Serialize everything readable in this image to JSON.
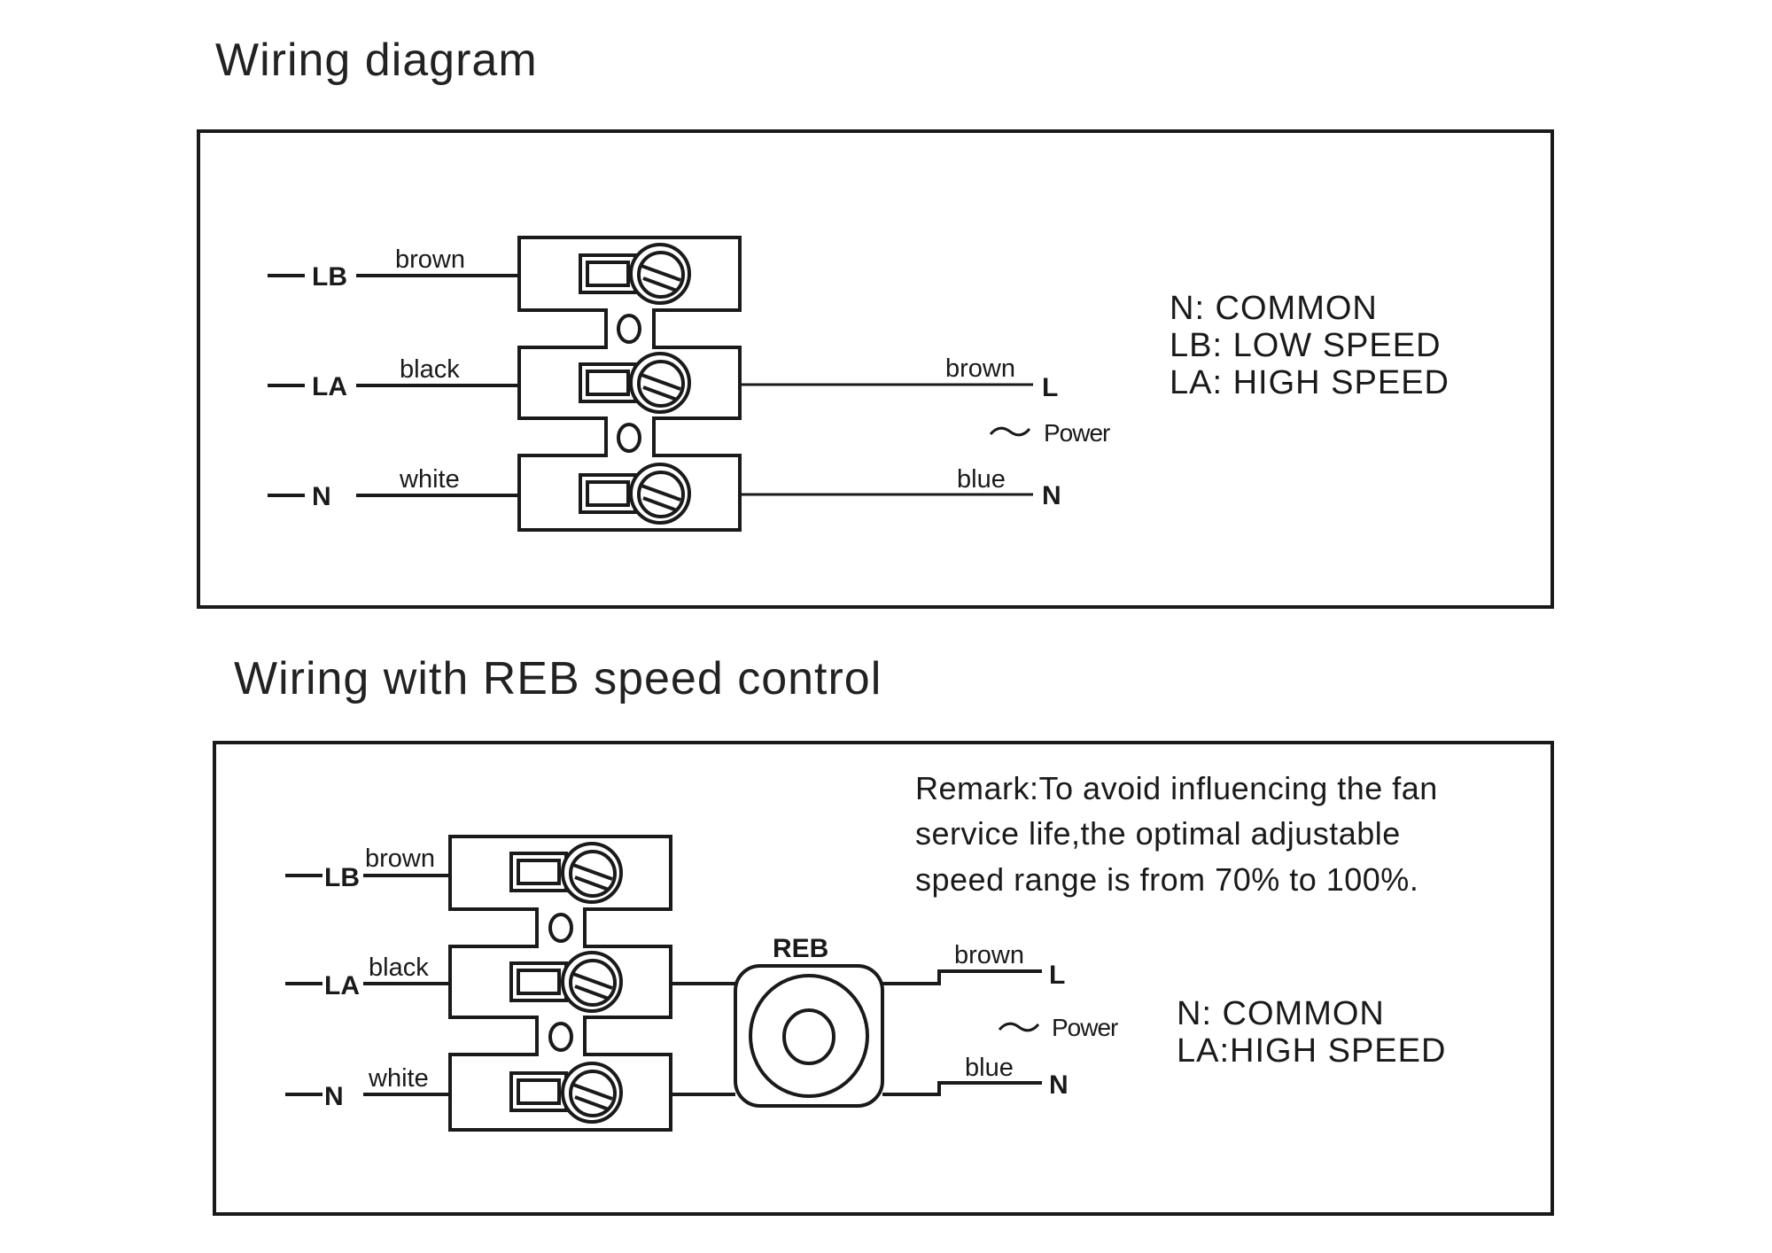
{
  "titles": {
    "top": "Wiring  diagram",
    "bottom": "Wiring  with REB speed control"
  },
  "top_diagram": {
    "terminals": [
      {
        "label": "LB",
        "wire": "brown"
      },
      {
        "label": "LA",
        "wire": "black"
      },
      {
        "label": "N",
        "wire": "white"
      }
    ],
    "outputs": [
      {
        "wire": "brown",
        "label": "L"
      },
      {
        "wire": "blue",
        "label": "N"
      }
    ],
    "power_label": "Power",
    "power_symbol": "~",
    "legend": [
      "N:  COMMON",
      "LB: LOW SPEED",
      "LA: HIGH SPEED"
    ]
  },
  "bottom_diagram": {
    "terminals": [
      {
        "label": "LB",
        "wire": "brown"
      },
      {
        "label": "LA",
        "wire": "black"
      },
      {
        "label": "N",
        "wire": "white"
      }
    ],
    "controller_label": "REB",
    "outputs": [
      {
        "wire": "brown",
        "label": "L"
      },
      {
        "wire": "blue",
        "label": "N"
      }
    ],
    "power_label": "Power",
    "power_symbol": "~",
    "remark": [
      "Remark:To avoid influencing the fan",
      "service life,the optimal adjustable",
      "speed range is from 70% to 100%."
    ],
    "legend": [
      "N:  COMMON",
      "LA:HIGH SPEED"
    ]
  }
}
